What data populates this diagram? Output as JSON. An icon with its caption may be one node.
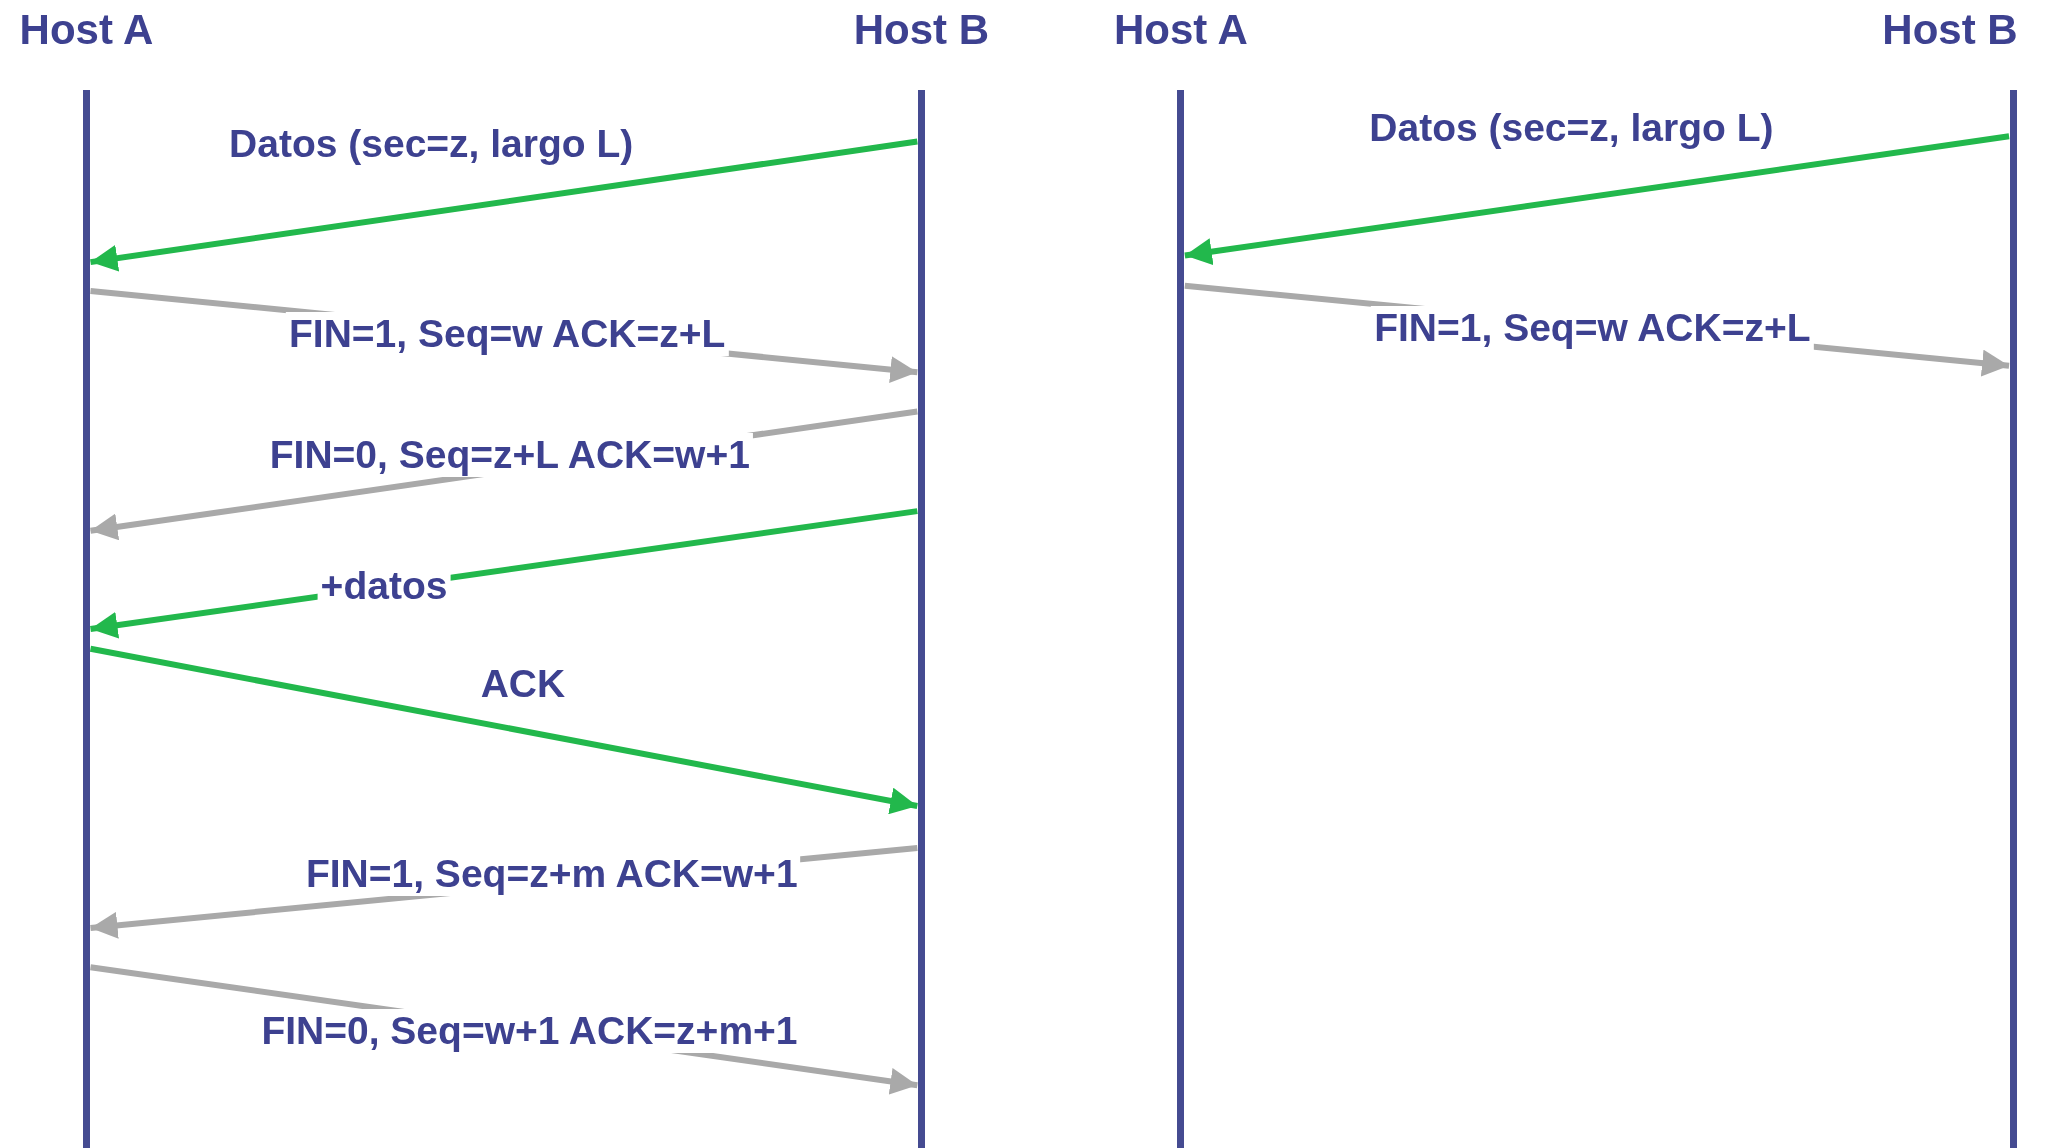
{
  "diagram": {
    "nodes": [
      {
        "text": [
          "Host A"
        ]
      },
      {
        "text": [
          "Host B"
        ]
      },
      {
        "text": [
          "Host A"
        ]
      },
      {
        "text": [
          "Host B"
        ]
      }
    ],
    "edges": [
      {
        "from": 1,
        "to": 0,
        "arrow": "to",
        "label": "Datos (sec=z, largo L)",
        "color": "#22b84c"
      },
      {
        "from": 0,
        "to": 1,
        "arrow": "to",
        "label": "FIN=1, Seq=w ACK=z+L"
      },
      {
        "from": 1,
        "to": 0,
        "arrow": "to",
        "label": "FIN=0, Seq=z+L ACK=w+1"
      },
      {
        "from": 1,
        "to": 0,
        "arrow": "to",
        "label": "+datos",
        "color": "#22b84c"
      },
      {
        "from": 0,
        "to": 1,
        "arrow": "to",
        "label": "ACK",
        "color": "#22b84c"
      },
      {
        "from": 1,
        "to": 0,
        "arrow": "to",
        "label": "FIN=1, Seq=z+m ACK=w+1"
      },
      {
        "from": 0,
        "to": 1,
        "arrow": "to",
        "label": "FIN=0, Seq=w+1 ACK=z+m+1"
      },
      {
        "from": 3,
        "to": 2,
        "arrow": "to",
        "label": "Datos (sec=z, largo L)",
        "color": "#22b84c"
      },
      {
        "from": 2,
        "to": 3,
        "arrow": "to",
        "label": "FIN=1, Seq=w ACK=z+L"
      }
    ]
  }
}
